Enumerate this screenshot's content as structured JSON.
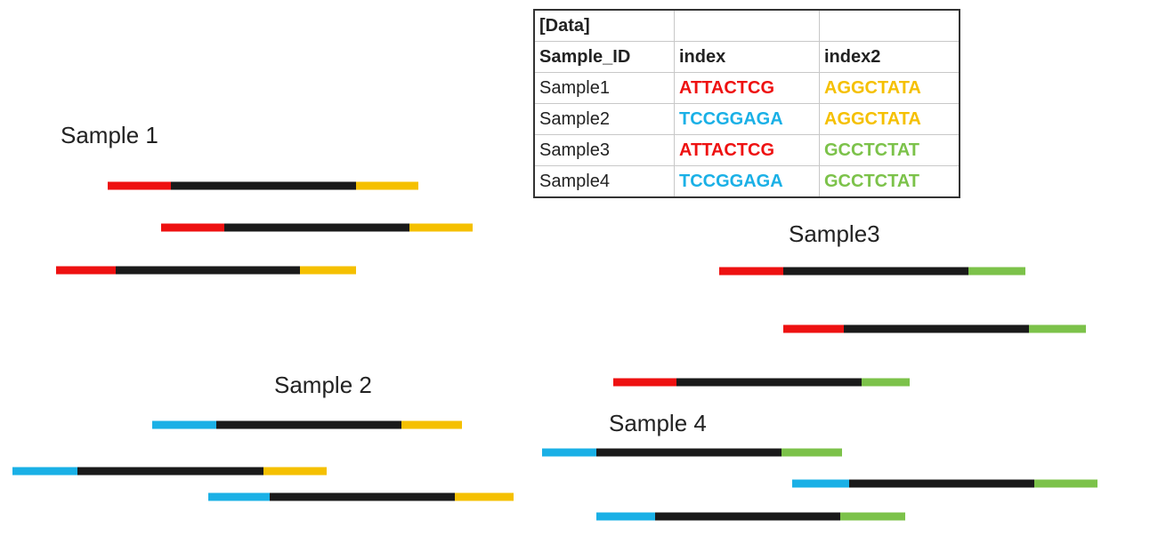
{
  "colors": {
    "red": "#ee1111",
    "blue": "#1ab0e6",
    "yellow": "#f5c000",
    "green": "#7cc24a",
    "black": "#1a1a1a"
  },
  "table": {
    "header_row": [
      "[Data]",
      "",
      ""
    ],
    "columns": [
      "Sample_ID",
      "index",
      "index2"
    ],
    "rows": [
      {
        "sample_id": "Sample1",
        "index": "ATTACTCG",
        "index_color": "red",
        "index2": "AGGCTATA",
        "index2_color": "yellow"
      },
      {
        "sample_id": "Sample2",
        "index": "TCCGGAGA",
        "index_color": "blue",
        "index2": "AGGCTATA",
        "index2_color": "yellow"
      },
      {
        "sample_id": "Sample3",
        "index": "ATTACTCG",
        "index_color": "red",
        "index2": "GCCTCTAT",
        "index2_color": "green"
      },
      {
        "sample_id": "Sample4",
        "index": "TCCGGAGA",
        "index_color": "blue",
        "index2": "GCCTCTAT",
        "index2_color": "green"
      }
    ]
  },
  "groups": [
    {
      "label": "Sample 1",
      "index_color": "red",
      "index2_color": "yellow"
    },
    {
      "label": "Sample 2",
      "index_color": "blue",
      "index2_color": "yellow"
    },
    {
      "label": "Sample3",
      "index_color": "red",
      "index2_color": "green"
    },
    {
      "label": "Sample 4",
      "index_color": "blue",
      "index2_color": "green"
    }
  ]
}
